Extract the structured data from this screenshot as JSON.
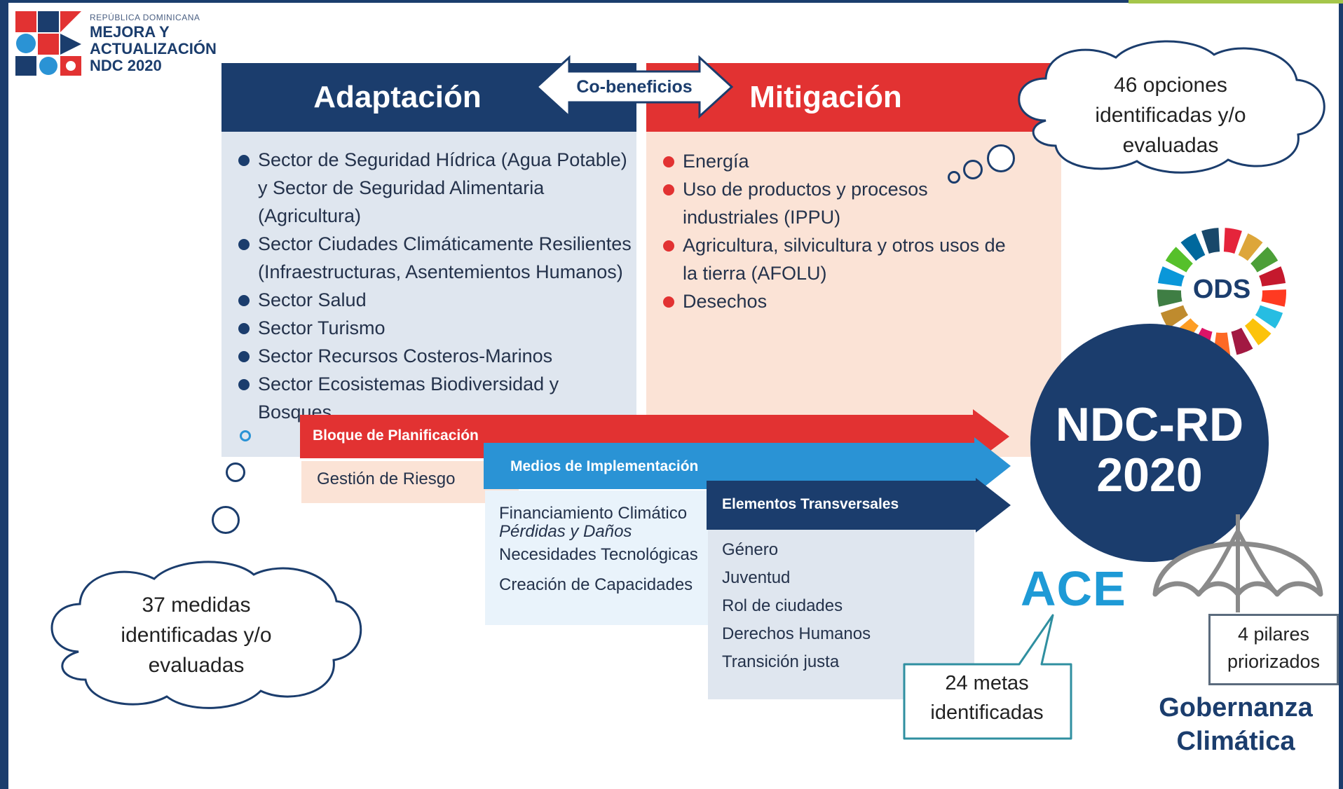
{
  "logo": {
    "country": "REPÚBLICA DOMINICANA",
    "line1": "MEJORA Y",
    "line2": "ACTUALIZACIÓN",
    "line3": "NDC 2020"
  },
  "adaptation": {
    "title": "Adaptación",
    "items": [
      "Sector de Seguridad Hídrica (Agua Potable)",
      "y Sector de Seguridad Alimentaria",
      "(Agricultura)",
      "Sector Ciudades Climáticamente Resilientes",
      "(Infraestructuras, Asentemientos Humanos)",
      "Sector Salud",
      "Sector Turismo",
      "Sector Recursos Costeros-Marinos",
      "Sector Ecosistemas  Biodiversidad y Bosques"
    ]
  },
  "cobenefits": {
    "label": "Co-beneficios"
  },
  "mitigation": {
    "title": "Mitigación",
    "items": [
      "Energía",
      "Uso de productos y procesos",
      "industriales (IPPU)",
      "Agricultura, silvicultura y otros usos de",
      "la tierra (AFOLU)",
      "Desechos"
    ]
  },
  "planning": {
    "label": "Bloque de Planificación",
    "item": "Gestión de Riesgo"
  },
  "implementation": {
    "label": "Medios de Implementación",
    "items": [
      "Financiamiento Climático",
      "Pérdidas y Daños",
      "Necesidades Tecnológicas",
      "Creación de Capacidades"
    ]
  },
  "transversal": {
    "label": "Elementos Transversales",
    "items": [
      "Género",
      "Juventud",
      "Rol de ciudades",
      "Derechos Humanos",
      "Transición justa"
    ]
  },
  "bubbles": {
    "mitigation_options": [
      "46 opciones",
      "identificadas y/o",
      "evaluadas"
    ],
    "adaptation_measures": [
      "37 medidas",
      "identificadas y/o",
      "evaluadas"
    ],
    "ace_goals": [
      "24 metas",
      "identificadas"
    ],
    "pillars": [
      "4  pilares",
      "priorizados"
    ]
  },
  "ods": {
    "label": "ODS"
  },
  "ndc": {
    "line1": "NDC-RD",
    "line2": "2020"
  },
  "ace": {
    "label": "ACE"
  },
  "governance": {
    "line1": "Gobernanza",
    "line2": "Climática"
  },
  "colors": {
    "navy": "#1b3d6d",
    "red": "#e23232",
    "blue": "#2a93d5",
    "light_blue_bg": "#dfe6ef",
    "light_pink_bg": "#fbe3d6",
    "light_sky_bg": "#e9f3fb",
    "accent_green": "#a5c64a"
  }
}
